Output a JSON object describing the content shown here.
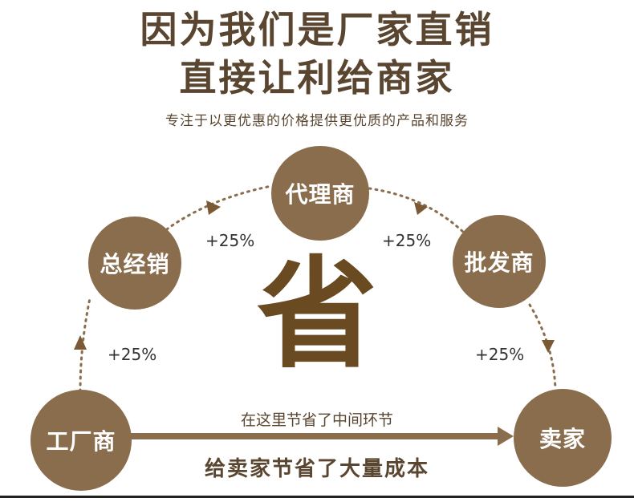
{
  "headline": {
    "line1": "因为我们是厂家直销",
    "line2": "直接让利给商家"
  },
  "subline": "专注于以更优惠的价格提供更优质的产品和服务",
  "nodes": {
    "factory": "工厂商",
    "distributor": "总经销",
    "agent": "代理商",
    "wholesaler": "批发商",
    "seller": "卖家"
  },
  "markups": {
    "factory_to_distributor": "+25%",
    "distributor_to_agent": "+25%",
    "agent_to_wholesaler": "+25%",
    "wholesaler_to_seller": "+25%"
  },
  "center_char": "省",
  "captions": {
    "skip": "在这里节省了中间环节",
    "save": "给卖家节省了大量成本"
  },
  "colors": {
    "node": "#8a6d4d",
    "text_dark": "#5a4630",
    "center": "#6a4a20"
  }
}
